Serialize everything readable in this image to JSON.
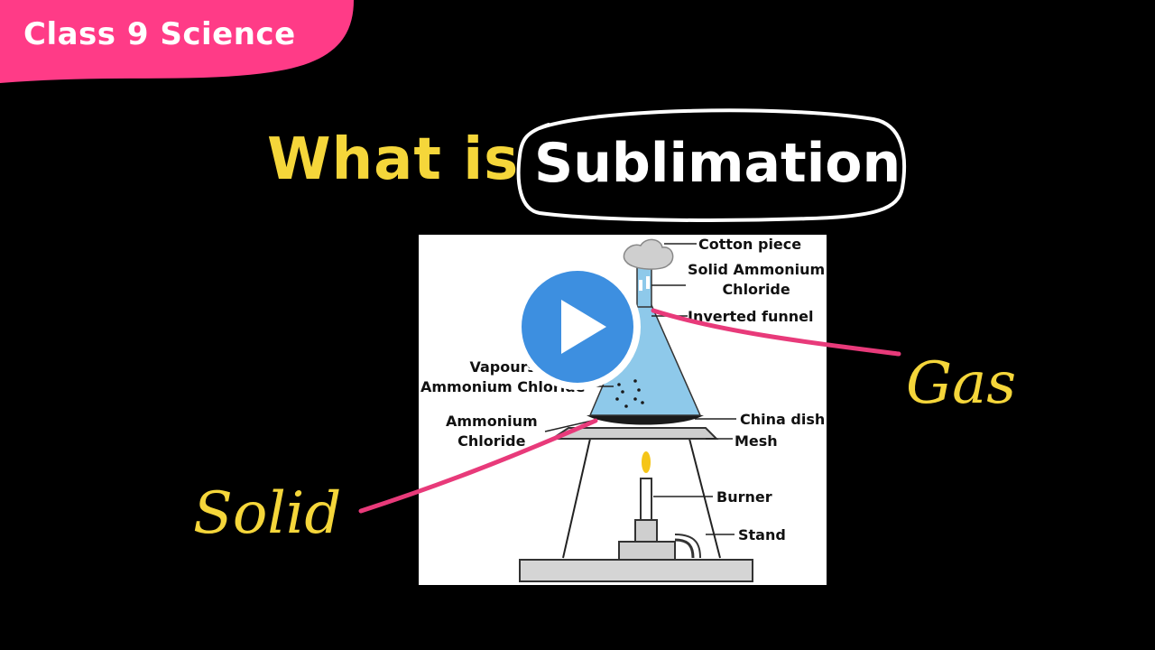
{
  "badge": {
    "label": "Class 9 Science"
  },
  "title": {
    "prefix": "What is",
    "keyword": "Sublimation"
  },
  "diagram": {
    "labels": {
      "cotton_piece": "Cotton piece",
      "solid_ammonium_chloride": "Solid Ammonium\nChloride",
      "inverted_funnel": "Inverted funnel",
      "vapours": "Vapours\nAmmonium Chloride",
      "ammonium_chloride": "Ammonium\nChloride",
      "china_dish": "China dish",
      "mesh": "Mesh",
      "burner": "Burner",
      "stand": "Stand"
    }
  },
  "annotations": {
    "gas": "Gas",
    "solid": "Solid"
  },
  "colors": {
    "badge_pink": "#ff3b87",
    "title_yellow": "#f5d63a",
    "annotation_pink": "#e83a7a",
    "funnel_blue": "#8ec9ea",
    "play_blue": "#3d8fe0"
  },
  "icons": {
    "play": "play-icon"
  }
}
